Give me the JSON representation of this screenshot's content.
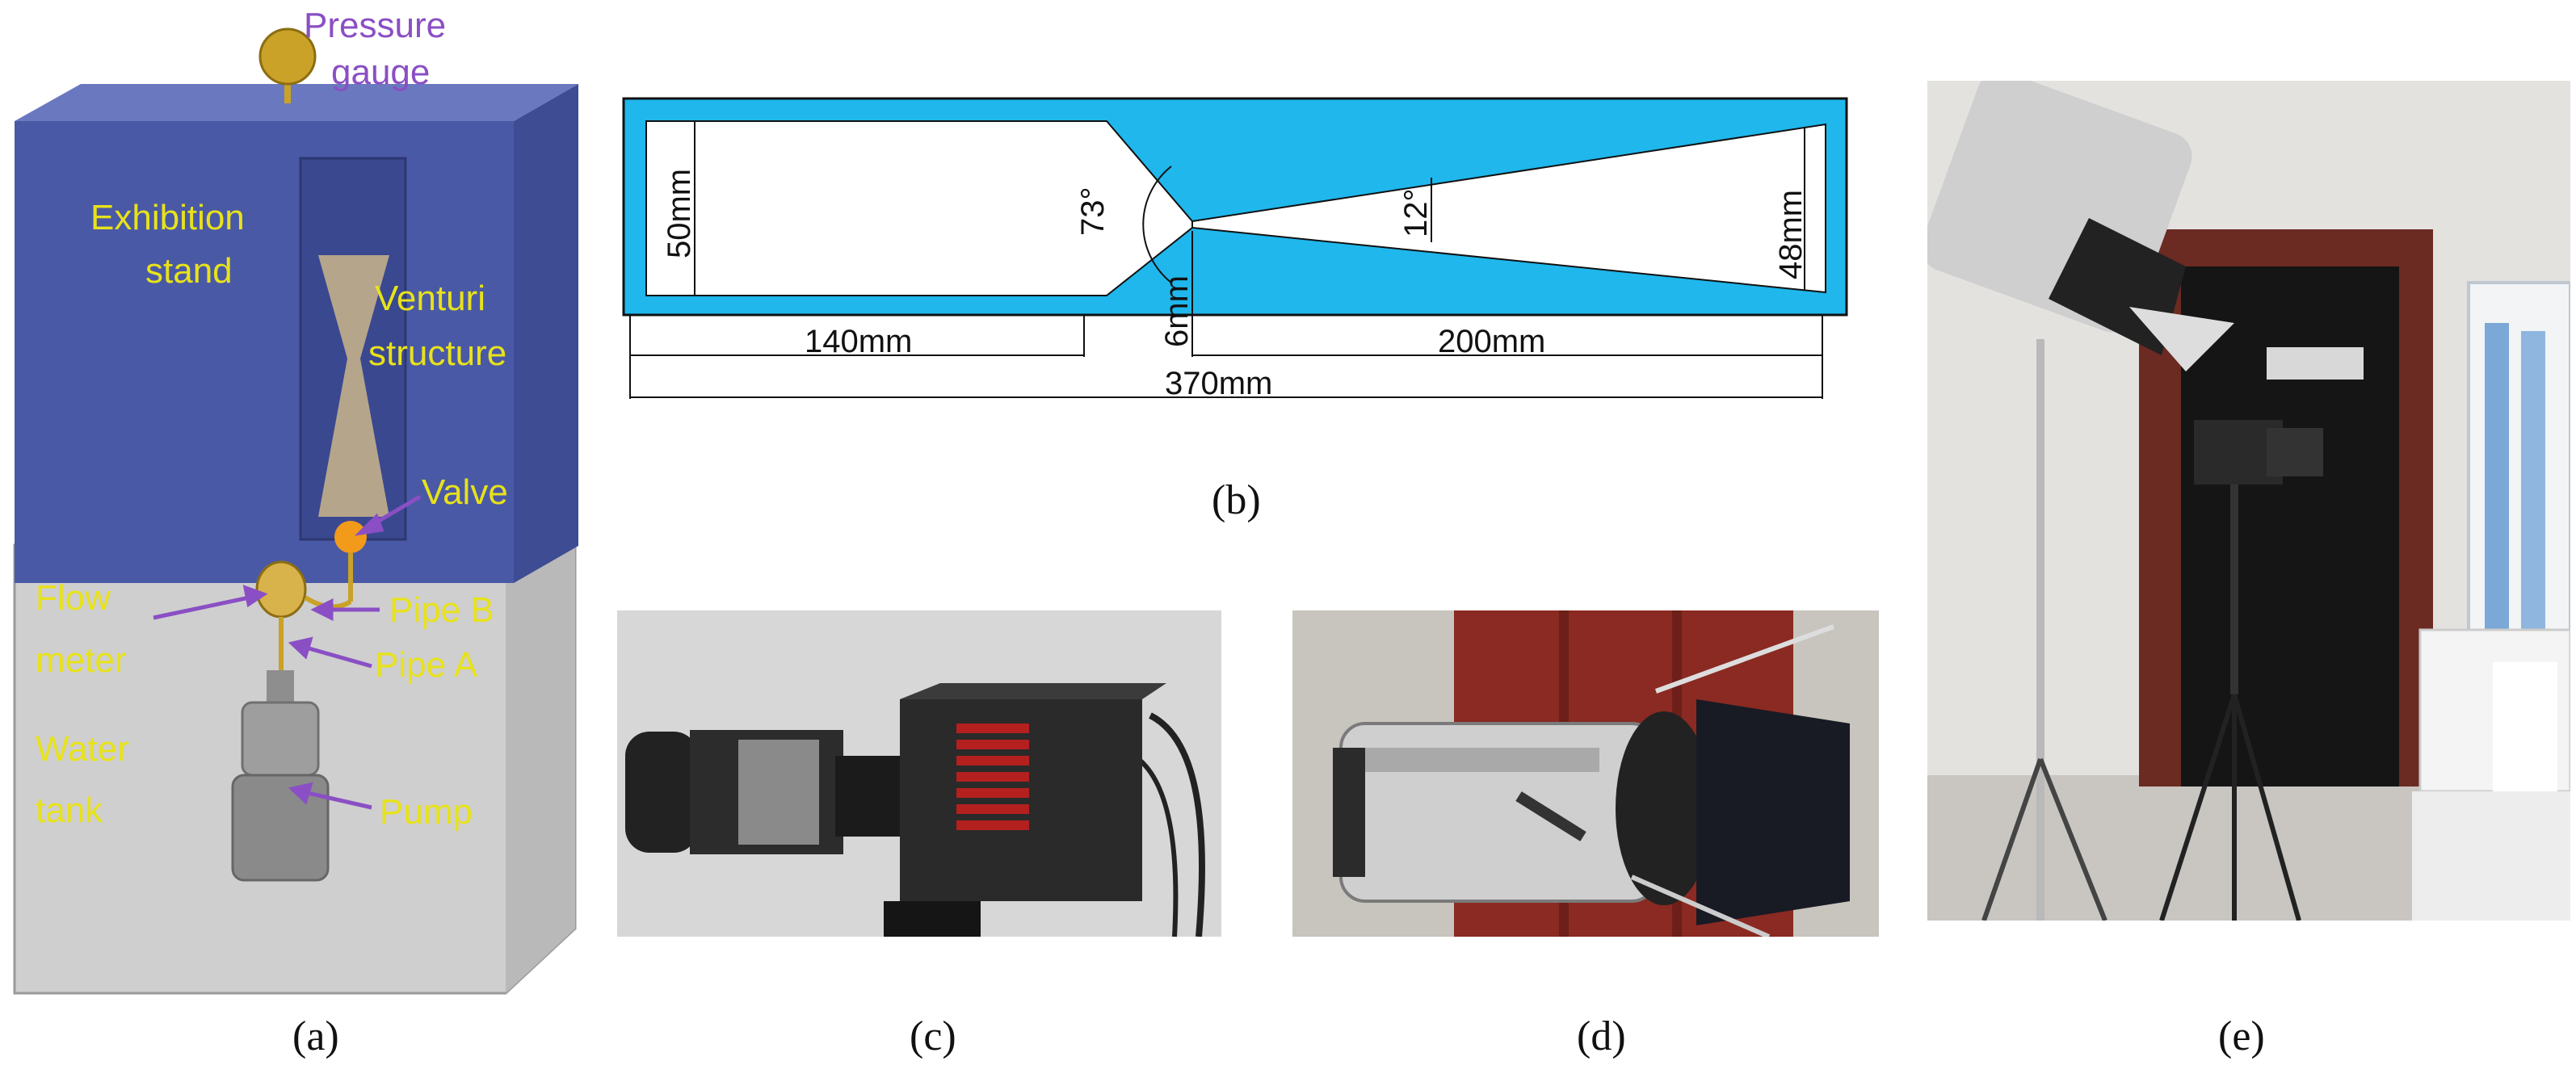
{
  "panel_a": {
    "labels": {
      "pressure_gauge_1": "Pressure",
      "pressure_gauge_2": "gauge",
      "exhibition_stand_1": "Exhibition",
      "exhibition_stand_2": "stand",
      "venturi_1": "Venturi",
      "venturi_2": "structure",
      "valve": "Valve",
      "flow_meter_1": "Flow",
      "flow_meter_2": "meter",
      "pipe_b": "Pipe B",
      "pipe_a": "Pipe A",
      "water_tank_1": "Water",
      "water_tank_2": "tank",
      "pump": "Pump"
    },
    "colors": {
      "stand": "#4a59a6",
      "tank": "#c9c9c9",
      "label": "#e8e21a",
      "arrow": "#8a4fc4",
      "valve": "#f29a1a",
      "gauge": "#c9a227"
    }
  },
  "panel_b": {
    "dimensions": {
      "inlet_height": "50mm",
      "contraction_angle": "73°",
      "throat": "6mm",
      "diffuser_angle": "12°",
      "outlet_height": "48mm",
      "inlet_length": "140mm",
      "diffuser_length": "200mm",
      "total_length": "370mm"
    },
    "colors": {
      "fill": "#1fb7ec",
      "line": "#111111"
    }
  },
  "captions": {
    "a": "(a)",
    "b": "(b)",
    "c": "(c)",
    "d": "(d)",
    "e": "(e)"
  }
}
